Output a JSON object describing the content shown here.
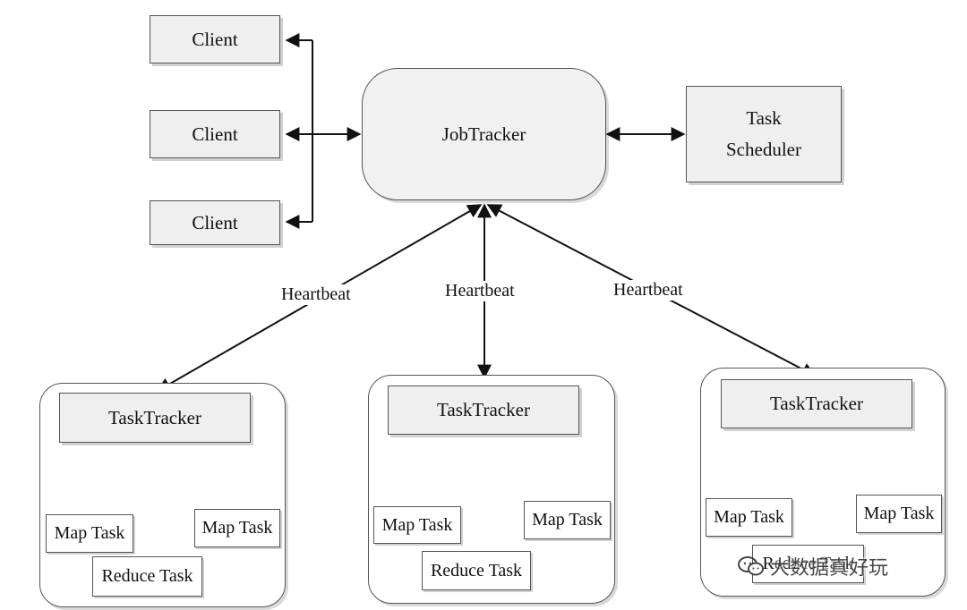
{
  "diagram": {
    "clients": [
      "Client",
      "Client",
      "Client"
    ],
    "jobtracker": "JobTracker",
    "scheduler": [
      "Task",
      "Scheduler"
    ],
    "heartbeat_labels": [
      "Heartbeat",
      "Heartbeat",
      "Heartbeat"
    ],
    "tasktrackers": [
      {
        "title": "TaskTracker",
        "map_left": "Map Task",
        "map_right": "Map Task",
        "reduce": "Reduce Task"
      },
      {
        "title": "TaskTracker",
        "map_left": "Map Task",
        "map_right": "Map Task",
        "reduce": "Reduce Task"
      },
      {
        "title": "TaskTracker",
        "map_left": "Map Task",
        "map_right": "Map Task",
        "reduce": "Reduce Task"
      }
    ]
  },
  "watermark": {
    "text": "大数据真好玩",
    "icon": "wechat-icon"
  }
}
